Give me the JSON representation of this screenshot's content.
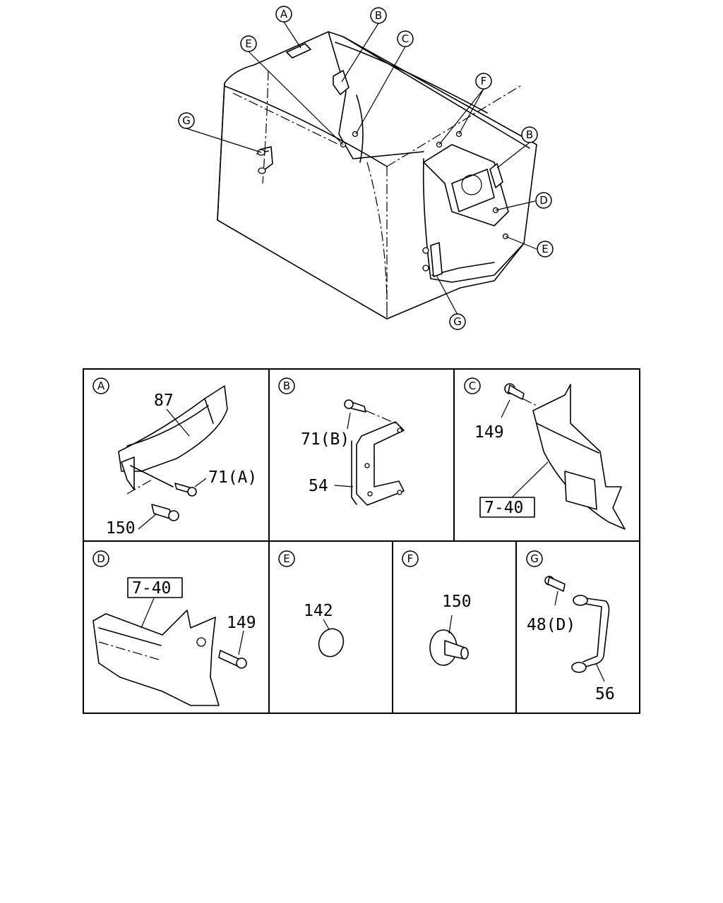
{
  "overview": {
    "callouts": [
      "A",
      "B",
      "C",
      "E",
      "F",
      "B",
      "D",
      "E",
      "G",
      "G"
    ]
  },
  "panels": {
    "A": {
      "letter": "A",
      "labels": [
        "87",
        "71(A)",
        "150"
      ]
    },
    "B": {
      "letter": "B",
      "labels": [
        "71(B)",
        "54"
      ]
    },
    "C": {
      "letter": "C",
      "labels": [
        "149",
        "7-40"
      ]
    },
    "D": {
      "letter": "D",
      "labels": [
        "7-40",
        "149"
      ]
    },
    "E": {
      "letter": "E",
      "labels": [
        "142"
      ]
    },
    "F": {
      "letter": "F",
      "labels": [
        "150"
      ]
    },
    "G": {
      "letter": "G",
      "labels": [
        "48(D)",
        "56"
      ]
    }
  }
}
